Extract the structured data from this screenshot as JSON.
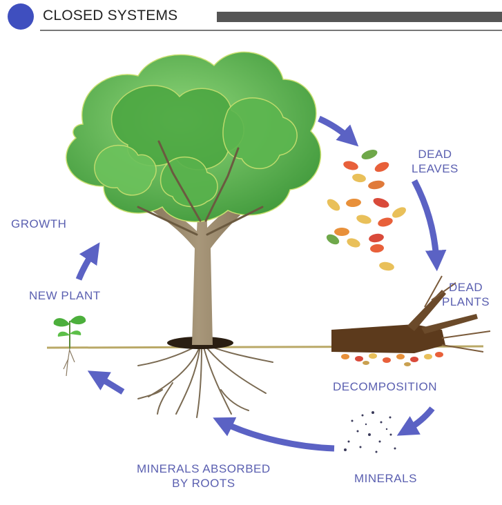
{
  "header": {
    "title": "CLOSED SYSTEMS"
  },
  "labels": {
    "dead_leaves": [
      "DEAD",
      "LEAVES"
    ],
    "dead_plants": [
      "DEAD",
      "PLANTS"
    ],
    "decomposition": "DECOMPOSITION",
    "minerals": "MINERALS",
    "minerals_absorbed": [
      "MINERALS ABSORBED",
      "BY ROOTS"
    ],
    "new_plant": "NEW PLANT",
    "growth": "GROWTH"
  },
  "colors": {
    "header_dot": "#3f4fbf",
    "arrow": "#5b62c4",
    "label": "#5a5fb0",
    "foliage_dark": "#3f9a3a",
    "foliage_light": "#78c86a",
    "trunk": "#8b7a5c",
    "ground": "#b9a866"
  }
}
